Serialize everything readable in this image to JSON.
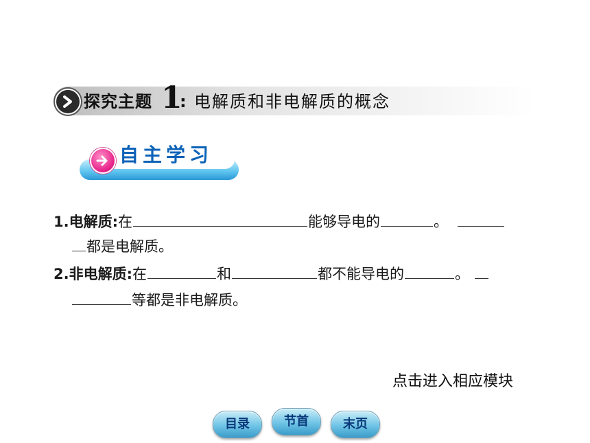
{
  "topic": {
    "prefix": "探究主题",
    "number": "1",
    "colon": ":",
    "title": "电解质和非电解质的概念"
  },
  "section": {
    "label": "自主学习"
  },
  "items": [
    {
      "num": "1.",
      "term": "电解质",
      "sep": ":",
      "line1": [
        "在",
        "能够导电的",
        "。"
      ],
      "line2": [
        "都是电解质。"
      ]
    },
    {
      "num": "2.",
      "term": "非电解质",
      "sep": ":",
      "line1": [
        "在",
        "和",
        "都不能导电的",
        "。"
      ],
      "line2": [
        "等都是非电解质。"
      ]
    }
  ],
  "hint": "点击进入相应模块",
  "nav": {
    "toc": "目录",
    "section_first": "节首",
    "last_page": "末页"
  },
  "colors": {
    "accent_blue": "#0d63b8",
    "icon_pink": "#e8258c",
    "bar_blue": "#5cc3ee"
  }
}
